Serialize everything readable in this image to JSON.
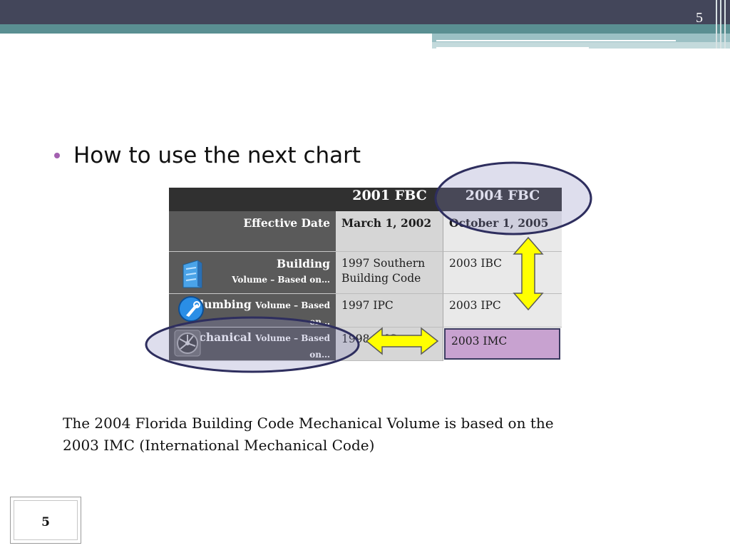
{
  "header": {
    "slide_number": "5"
  },
  "bullet": {
    "text": "How to use the next chart"
  },
  "table": {
    "headers": [
      "",
      "2001 FBC",
      "2004 FBC"
    ],
    "rows": [
      {
        "label": "Effective Date",
        "sub": "",
        "c1": "March 1, 2002",
        "c2": "October 1, 2005"
      },
      {
        "label": "Building",
        "sub": "Volume – Based on…",
        "c1": "1997 Southern Building Code",
        "c2": "2003 IBC"
      },
      {
        "label": "Plumbing",
        "sub": "Volume – Based on…",
        "c1": "1997 IPC",
        "c2": "2003 IPC"
      },
      {
        "label": "Mechanical",
        "sub": "Volume – Based on…",
        "c1": "1998 IMC",
        "c2": "2003 IMC"
      }
    ],
    "icons": [
      "building-icon",
      "plumbing-wrench-icon",
      "mechanical-fan-icon"
    ]
  },
  "highlight_colors": {
    "ellipse": "#2e2e5e",
    "arrow": "#ffff00",
    "selected_cell": "#c8a2d0"
  },
  "caption": {
    "line1": "The 2004 Florida Building Code Mechanical Volume is based on the",
    "line2": "2003 IMC (International Mechanical Code)"
  },
  "footer": {
    "page_number": "5"
  }
}
